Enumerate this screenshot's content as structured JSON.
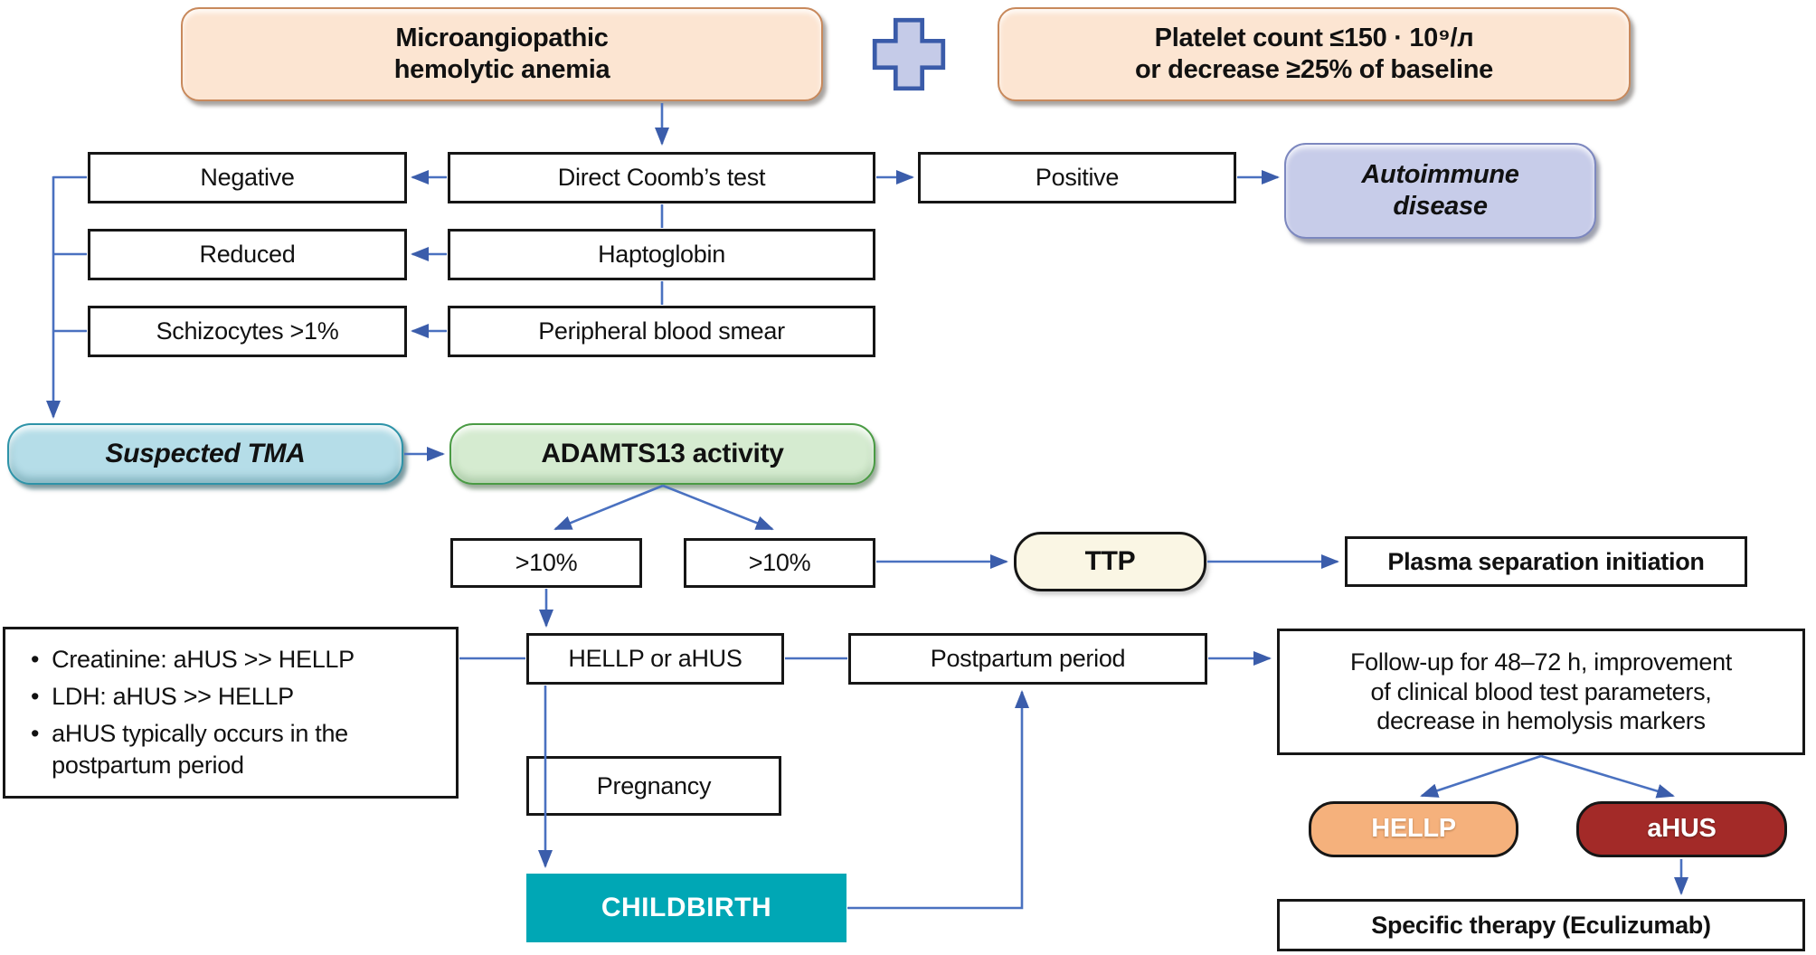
{
  "figure": {
    "title": "TMA diagnostic flowchart",
    "nodes": {
      "mha": {
        "label": "Microangiopathic\nhemolytic anemia"
      },
      "platelet": {
        "label": "Platelet count ≤150 · 10⁹/л\nor decrease ≥25% of baseline"
      },
      "coombs": {
        "label": "Direct Coomb’s test"
      },
      "negative": {
        "label": "Negative"
      },
      "positive": {
        "label": "Positive"
      },
      "autoimmune": {
        "label": "Autoimmune\ndisease"
      },
      "haptoglobin": {
        "label": "Haptoglobin"
      },
      "reduced": {
        "label": "Reduced"
      },
      "smear": {
        "label": "Peripheral blood smear"
      },
      "schizocytes": {
        "label": "Schizocytes >1%"
      },
      "suspected_tma": {
        "label": "Suspected TMA"
      },
      "adamts13": {
        "label": "ADAMTS13 activity"
      },
      "adamts_low": {
        "label": ">10%"
      },
      "adamts_high": {
        "label": ">10%"
      },
      "ttp": {
        "label": "TTP"
      },
      "plasma": {
        "label": "Plasma separation initiation"
      },
      "hellp_or_ahus": {
        "label": "HELLP or aHUS"
      },
      "postpartum": {
        "label": "Postpartum period"
      },
      "followup": {
        "label": "Follow-up for 48–72 h, improvement\nof clinical blood test parameters,\ndecrease in hemolysis markers"
      },
      "pregnancy": {
        "label": "Pregnancy"
      },
      "childbirth": {
        "label": "CHILDBIRTH"
      },
      "hellp": {
        "label": "HELLP"
      },
      "ahus": {
        "label": "aHUS"
      },
      "therapy": {
        "label": "Specific therapy (Eculizumab)"
      }
    },
    "bullets": {
      "items": [
        "Creatinine: aHUS >> HELLP",
        "LDH: aHUS >> HELLP",
        "aHUS typically occurs in the postpartum period"
      ]
    },
    "icons": {
      "plus": "plus-icon"
    },
    "colors": {
      "peach": "#fce5d2",
      "lavender": "#c7cce9",
      "cyan": "#b5dde8",
      "green": "#d5ebd0",
      "cream": "#faf6e4",
      "orange": "#f5b17c",
      "red": "#a32a28",
      "teal": "#00a7b5",
      "connector_blue": "#4a71c0",
      "arrowhead_blue": "#3b5dab"
    }
  }
}
